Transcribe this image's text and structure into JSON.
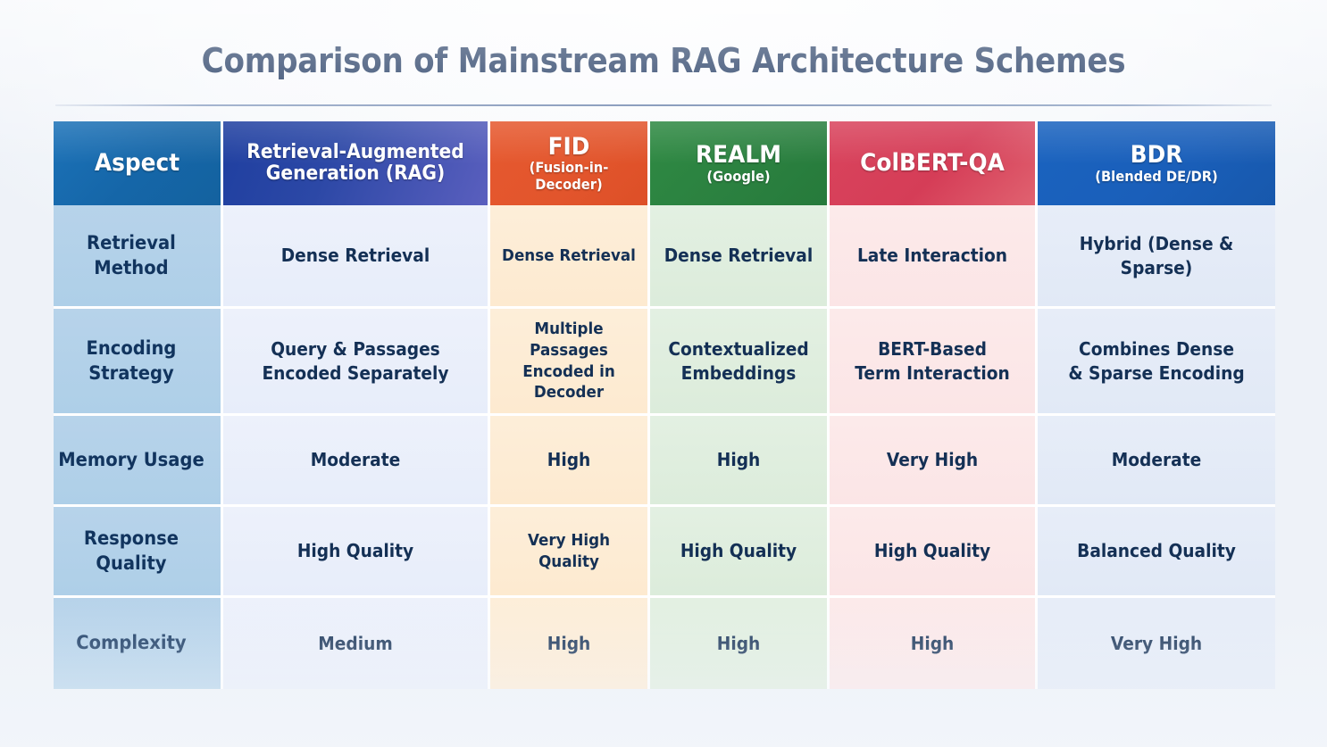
{
  "page": {
    "title": "Comparison of Mainstream RAG Architecture Schemes",
    "background_color": "#f7f9fc",
    "title_color": "#122c57"
  },
  "table": {
    "columns": [
      {
        "key": "aspect",
        "main": "Aspect",
        "sub": "",
        "header_color": "#1566a8",
        "cell_color": "#b2d0e9"
      },
      {
        "key": "rag",
        "main": "Retrieval-Augmented",
        "sub": "Generation (RAG)",
        "header_color": "#2c48a6",
        "cell_color": "#eaeffb"
      },
      {
        "key": "fid",
        "main": "FID",
        "sub": "(Fusion-in-Decoder)",
        "header_color": "#e2552c",
        "cell_color": "#fdebd4"
      },
      {
        "key": "realm",
        "main": "REALM",
        "sub": "(Google)",
        "header_color": "#2b8140",
        "cell_color": "#dfeede"
      },
      {
        "key": "colbert",
        "main": "ColBERT-QA",
        "sub": "",
        "header_color": "#d53d57",
        "cell_color": "#fbe7e8"
      },
      {
        "key": "bdr",
        "main": "BDR",
        "sub": "(Blended DE/DR)",
        "header_color": "#1a5fba",
        "cell_color": "#e4ebf7"
      }
    ],
    "rows": [
      {
        "aspect": [
          "Retrieval",
          "Method"
        ],
        "rag": [
          "Dense Retrieval"
        ],
        "fid": [
          "Dense Retrieval"
        ],
        "realm": [
          "Dense Retrieval"
        ],
        "colbert": [
          "Late Interaction"
        ],
        "bdr": [
          "Hybrid (Dense & Sparse)"
        ]
      },
      {
        "aspect": [
          "Encoding",
          "Strategy"
        ],
        "rag": [
          "Query & Passages",
          "Encoded Separately"
        ],
        "fid": [
          "Multiple Passages",
          "Encoded in Decoder"
        ],
        "realm": [
          "Contextualized",
          "Embeddings"
        ],
        "colbert": [
          "BERT-Based",
          "Term Interaction"
        ],
        "bdr": [
          "Combines Dense",
          "& Sparse Encoding"
        ]
      },
      {
        "aspect": [
          "Memory Usage"
        ],
        "rag": [
          "Moderate"
        ],
        "fid": [
          "High"
        ],
        "realm": [
          "High"
        ],
        "colbert": [
          "Very High"
        ],
        "bdr": [
          "Moderate"
        ]
      },
      {
        "aspect": [
          "Response Quality"
        ],
        "rag": [
          "High Quality"
        ],
        "fid": [
          "Very High Quality"
        ],
        "realm": [
          "High Quality"
        ],
        "colbert": [
          "High Quality"
        ],
        "bdr": [
          "Balanced Quality"
        ]
      },
      {
        "aspect": [
          "Complexity"
        ],
        "rag": [
          "Medium"
        ],
        "fid": [
          "High"
        ],
        "realm": [
          "High"
        ],
        "colbert": [
          "High"
        ],
        "bdr": [
          "Very High"
        ]
      }
    ]
  }
}
